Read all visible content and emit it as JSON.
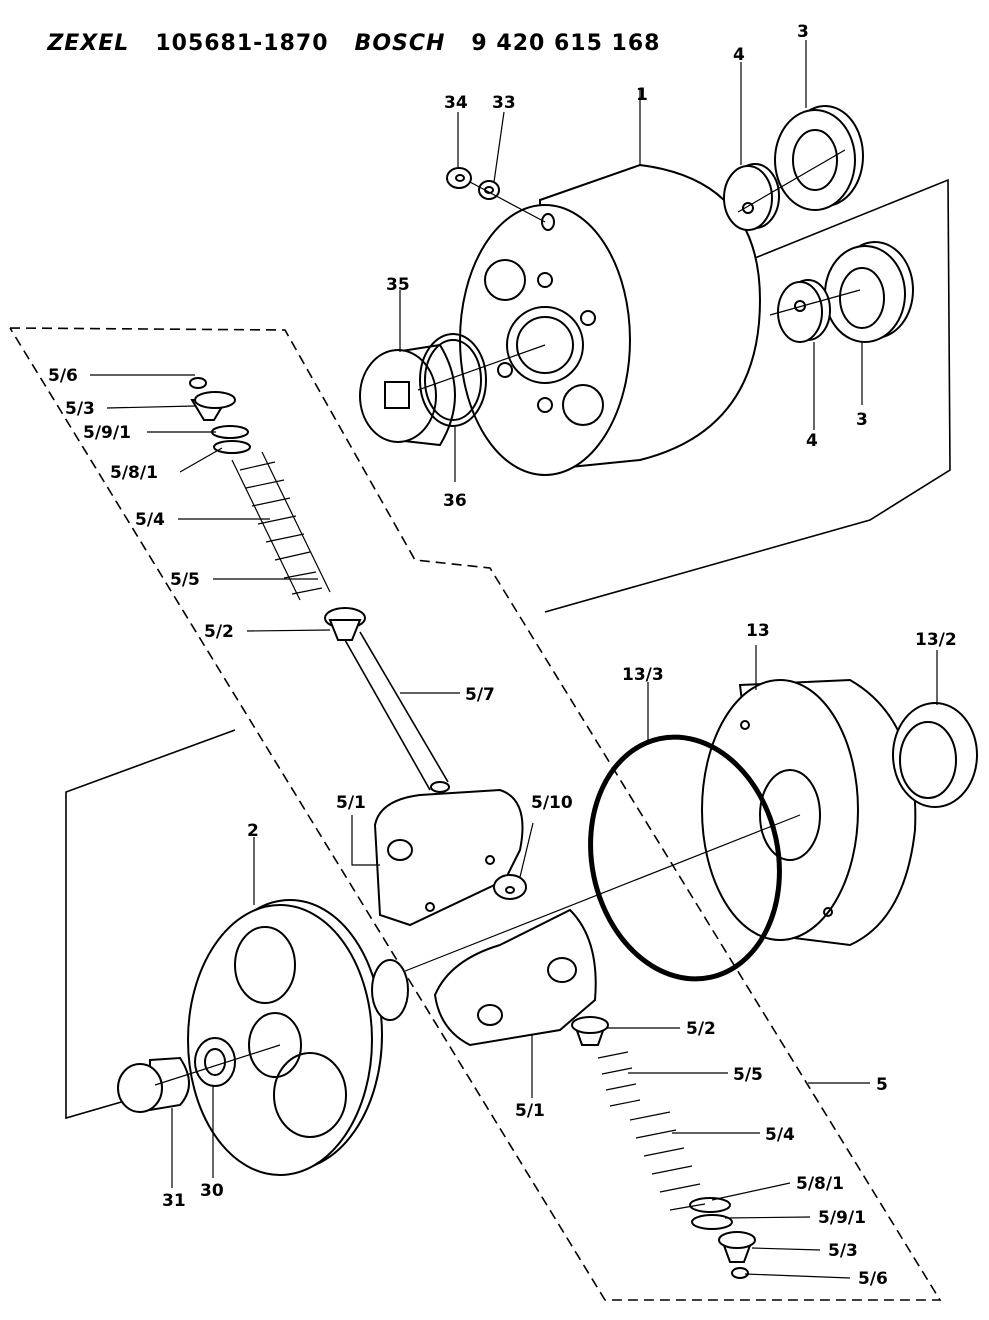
{
  "header": {
    "brand1": "ZEXEL",
    "code1": "105681-1870",
    "brand2": "BOSCH",
    "code2": "9 420 615 168"
  },
  "labels": {
    "p1": "1",
    "p2": "2",
    "p3a": "3",
    "p3b": "3",
    "p4a": "4",
    "p4b": "4",
    "p5": "5",
    "p13": "13",
    "p13_2": "13/2",
    "p13_3": "13/3",
    "p30": "30",
    "p31": "31",
    "p33": "33",
    "p34": "34",
    "p35": "35",
    "p36": "36",
    "p5_1a": "5/1",
    "p5_1b": "5/1",
    "p5_10": "5/10",
    "p5_7": "5/7",
    "l5_6": "5/6",
    "l5_3": "5/3",
    "l5_9_1": "5/9/1",
    "l5_8_1": "5/8/1",
    "l5_4": "5/4",
    "l5_5": "5/5",
    "l5_2": "5/2",
    "r5_2": "5/2",
    "r5_5": "5/5",
    "r5_4": "5/4",
    "r5_8_1": "5/8/1",
    "r5_9_1": "5/9/1",
    "r5_3": "5/3",
    "r5_6": "5/6"
  }
}
